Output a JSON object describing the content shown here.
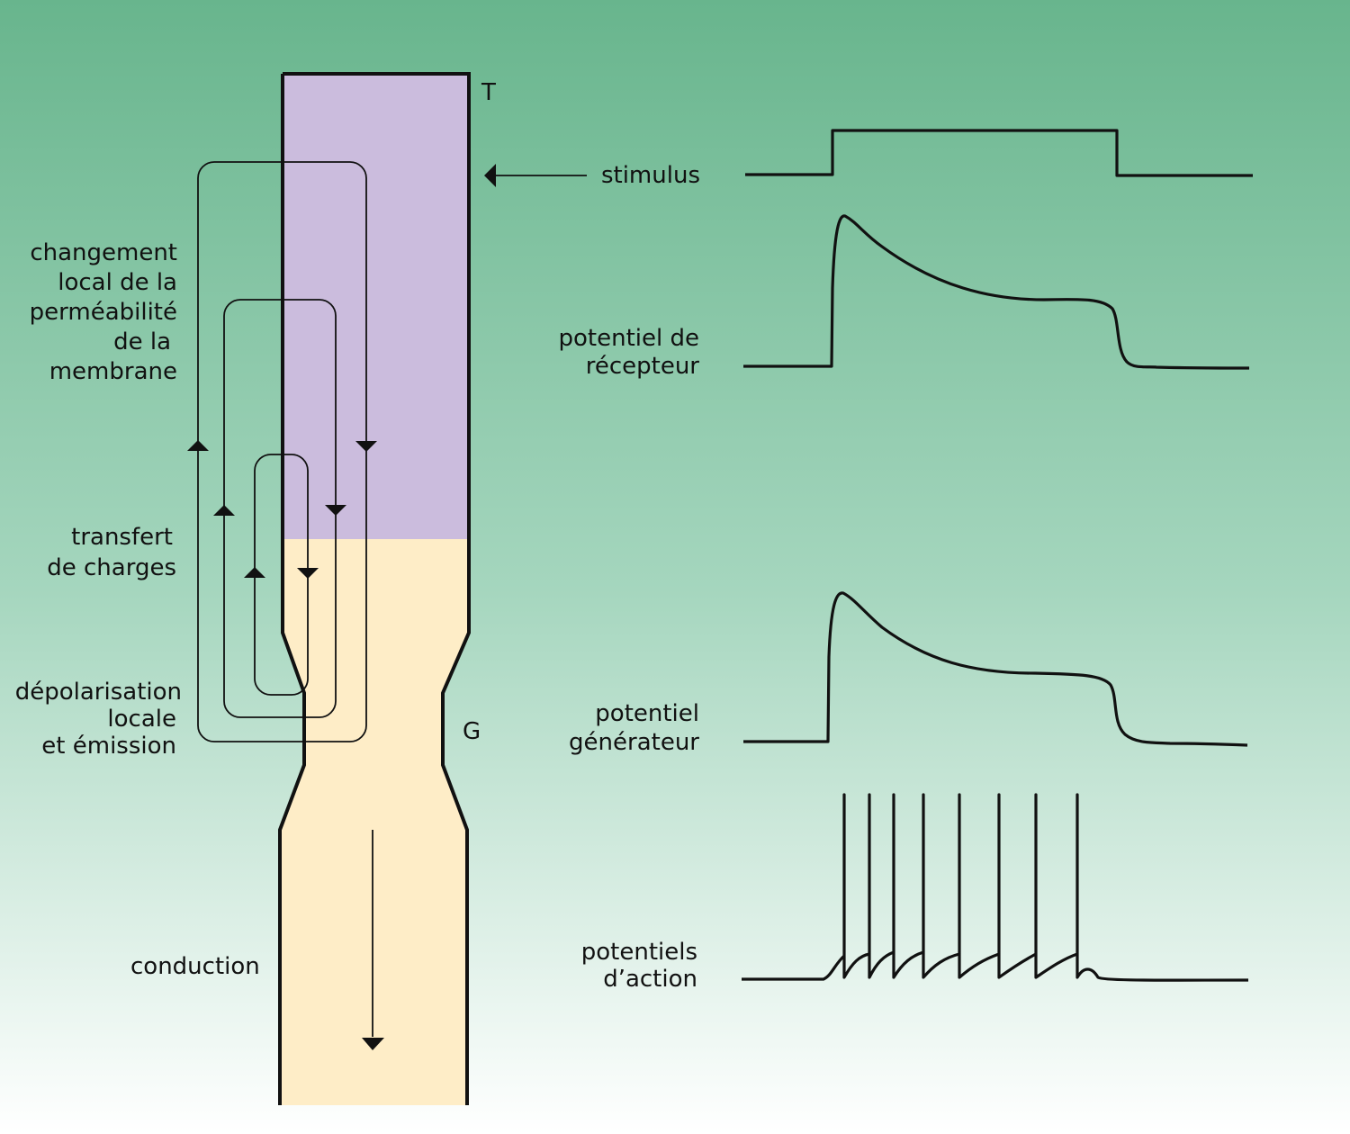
{
  "letters": {
    "top": "T",
    "middle": "G"
  },
  "left_labels": {
    "permeability": [
      "changement",
      "local de la",
      "perméabilité",
      "de la",
      "membrane"
    ],
    "transfer": [
      "transfert",
      "de charges"
    ],
    "depolarisation": [
      "dépolarisation",
      "locale",
      "et émission"
    ],
    "conduction": "conduction"
  },
  "traces": {
    "stimulus": [
      "stimulus"
    ],
    "receptor": [
      "potentiel de",
      "récepteur"
    ],
    "generator": [
      "potentiel",
      "générateur"
    ],
    "action": [
      "potentiels",
      "d’action"
    ]
  },
  "colors": {
    "receptor_zone": "#cbbcdd",
    "axon_zone": "#feedc7",
    "line": "#111111"
  }
}
